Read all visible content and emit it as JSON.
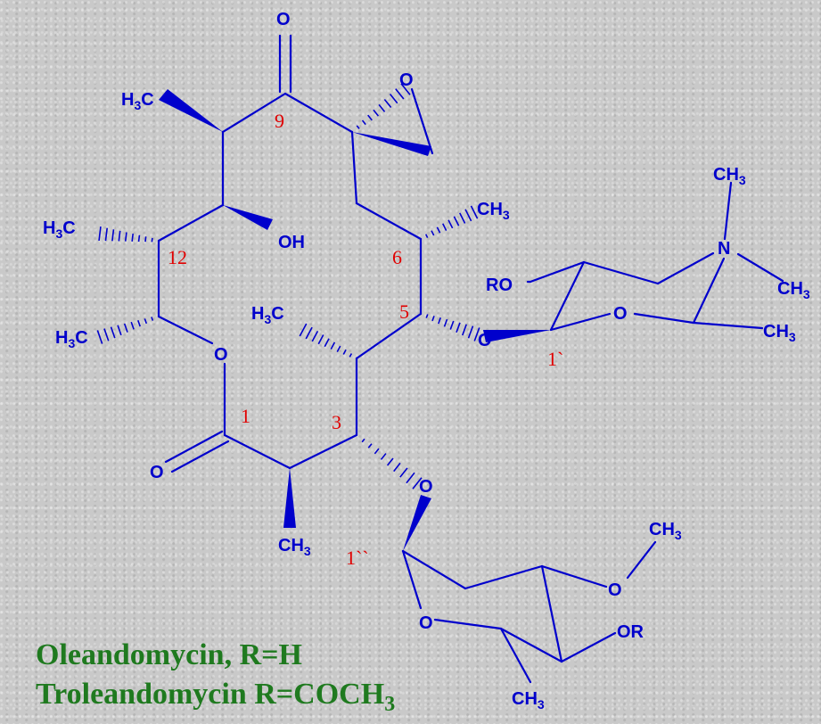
{
  "molecule": {
    "atoms": {
      "carbonyl_o_top": "O",
      "epoxide_o": "O",
      "h3c_top": "H3C",
      "h3c_left": "H3C",
      "oh": "OH",
      "ch3_c6": "CH3",
      "ring_o_lactone": "O",
      "h3c_c13": "H3C",
      "h3c_c4": "H3C",
      "lactone_o": "O",
      "ch3_c2": "CH3",
      "o_c3": "O",
      "o_c5": "O",
      "ro": "RO",
      "desosamine_ring_o": "O",
      "n": "N",
      "n_ch3_top": "CH3",
      "n_ch3_right": "CH3",
      "desosamine_ch3": "CH3",
      "cladinose_ch3o": "CH3",
      "cladinose_o_methyl": "O",
      "cladinose_ring_o": "O",
      "or": "OR",
      "cladinose_ch3": "CH3"
    },
    "numbering": {
      "c1": "1",
      "c3": "3",
      "c5": "5",
      "c6": "6",
      "c9": "9",
      "c12": "12",
      "c1p": "1`",
      "c1pp": "1``"
    }
  },
  "caption": {
    "line1": "Oleandomycin, R=H",
    "line2_main": "Troleandomycin R=COCH",
    "line2_sub": "3"
  },
  "colors": {
    "structure": "#0000cc",
    "numbering": "#e00000",
    "caption": "#1f7a1f"
  }
}
